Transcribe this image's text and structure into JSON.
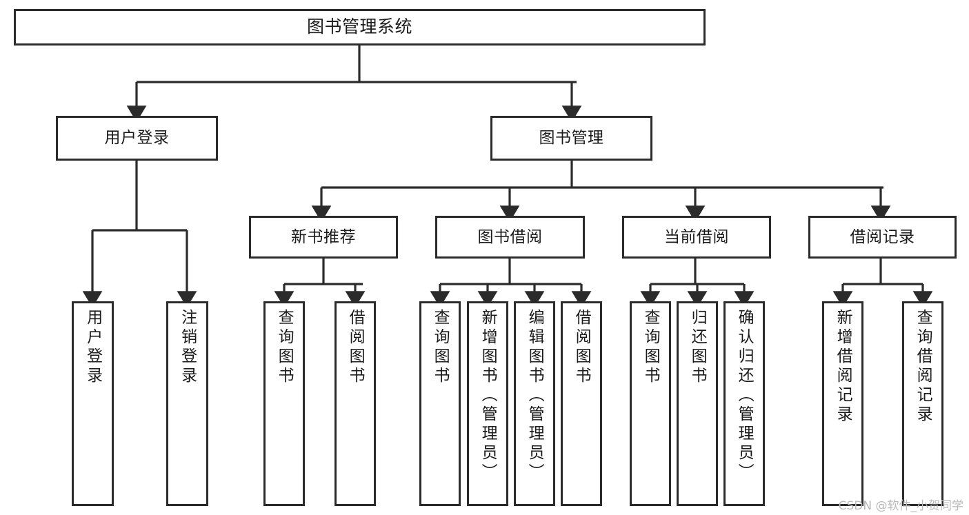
{
  "diagram": {
    "type": "tree",
    "title": "图书管理系统",
    "root": {
      "label": "图书管理系统"
    },
    "level1": [
      {
        "label": "用户登录"
      },
      {
        "label": "图书管理"
      }
    ],
    "level2": [
      {
        "label": "新书推荐"
      },
      {
        "label": "图书借阅"
      },
      {
        "label": "当前借阅"
      },
      {
        "label": "借阅记录"
      }
    ],
    "leaves": {
      "user_login": [
        {
          "label": "用户登录"
        },
        {
          "label": "注销登录"
        }
      ],
      "new_book_recommend": [
        {
          "label": "查询图书"
        },
        {
          "label": "借阅图书"
        }
      ],
      "book_borrow": [
        {
          "label": "查询图书"
        },
        {
          "label": "新增图书（管理员）"
        },
        {
          "label": "编辑图书（管理员）"
        },
        {
          "label": "借阅图书"
        }
      ],
      "current_borrow": [
        {
          "label": "查询图书"
        },
        {
          "label": "归还图书"
        },
        {
          "label": "确认归还（管理员）"
        }
      ],
      "borrow_record": [
        {
          "label": "新增借阅记录"
        },
        {
          "label": "查询借阅记录"
        }
      ]
    }
  },
  "watermark": {
    "text": "CSDN @软件_小贺同学"
  },
  "colors": {
    "stroke": "#2b2b2b",
    "text": "#1b1b1b",
    "background": "#ffffff",
    "watermark": "#b9b9b9"
  }
}
